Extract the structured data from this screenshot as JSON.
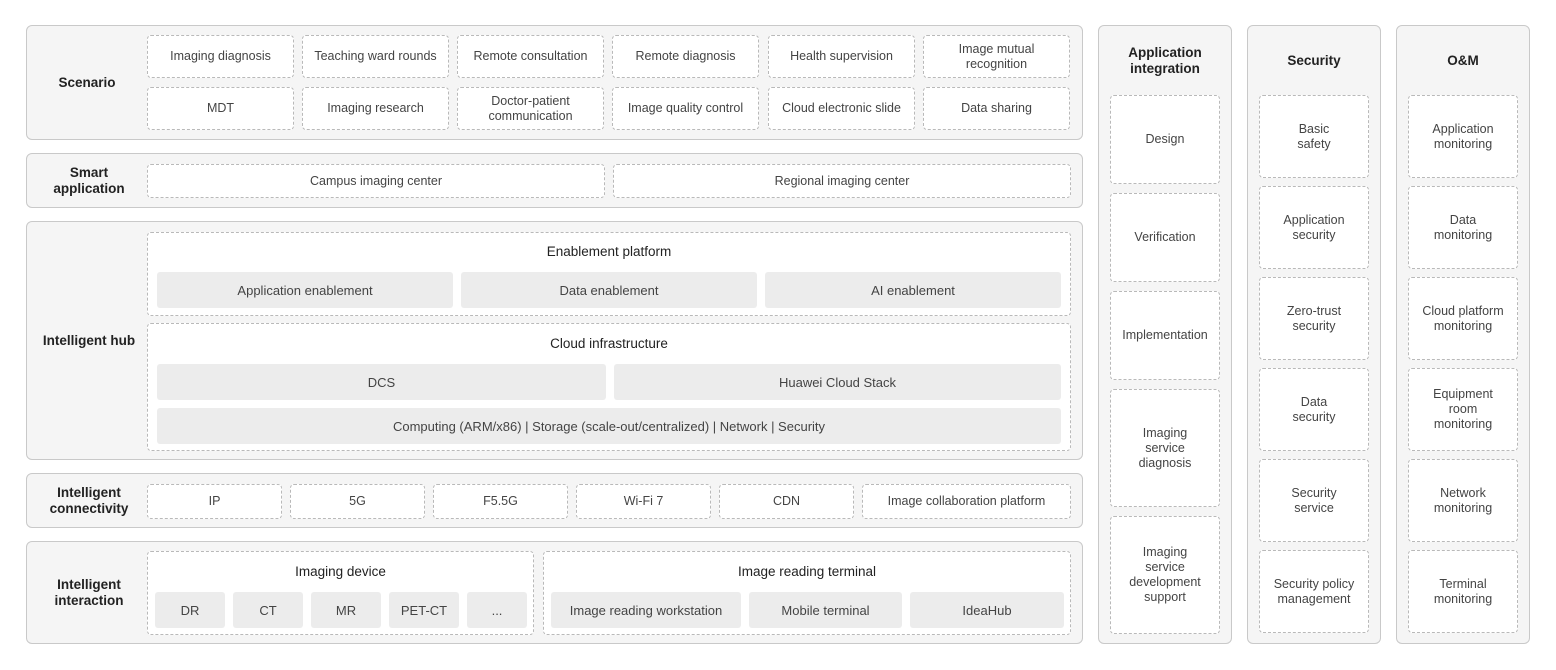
{
  "scenario": {
    "label": "Scenario",
    "items": [
      "Imaging diagnosis",
      "Teaching ward rounds",
      "Remote consultation",
      "Remote diagnosis",
      "Health supervision",
      "Image mutual recognition",
      "MDT",
      "Imaging research",
      "Doctor-patient communication",
      "Image quality control",
      "Cloud electronic slide",
      "Data sharing"
    ]
  },
  "smart_application": {
    "label": "Smart application",
    "items": [
      "Campus imaging center",
      "Regional imaging center"
    ]
  },
  "intelligent_hub": {
    "label": "Intelligent hub",
    "enablement": {
      "title": "Enablement platform",
      "items": [
        "Application enablement",
        "Data enablement",
        "AI enablement"
      ]
    },
    "cloud": {
      "title": "Cloud infrastructure",
      "items": [
        "DCS",
        "Huawei Cloud Stack"
      ],
      "resources": "Computing (ARM/x86) | Storage (scale-out/centralized) | Network | Security"
    }
  },
  "intelligent_connectivity": {
    "label": "Intelligent connectivity",
    "items": [
      "IP",
      "5G",
      "F5.5G",
      "Wi-Fi 7",
      "CDN",
      "Image collaboration platform"
    ]
  },
  "intelligent_interaction": {
    "label": "Intelligent interaction",
    "imaging_device": {
      "title": "Imaging device",
      "items": [
        "DR",
        "CT",
        "MR",
        "PET-CT",
        "..."
      ]
    },
    "reading_terminal": {
      "title": "Image reading terminal",
      "items": [
        "Image reading workstation",
        "Mobile terminal",
        "IdeaHub"
      ]
    }
  },
  "application_integration": {
    "title": "Application integration",
    "items": [
      "Design",
      "Verification",
      "Implementation",
      "Imaging service diagnosis",
      "Imaging service development support"
    ]
  },
  "security": {
    "title": "Security",
    "items": [
      "Basic safety",
      "Application security",
      "Zero-trust security",
      "Data security",
      "Security service",
      "Security policy management"
    ]
  },
  "om": {
    "title": "O&M",
    "items": [
      "Application monitoring",
      "Data monitoring",
      "Cloud platform monitoring",
      "Equipment room monitoring",
      "Network monitoring",
      "Terminal monitoring"
    ]
  }
}
